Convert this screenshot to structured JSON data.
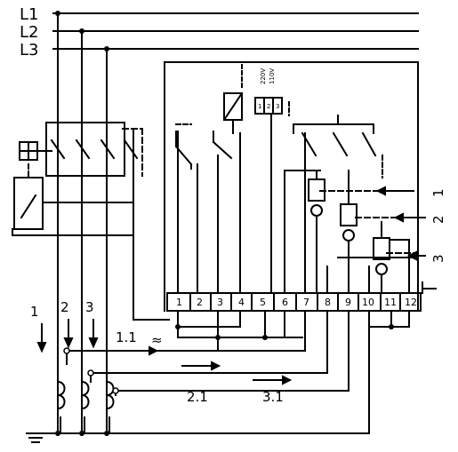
{
  "phases": [
    "L1",
    "L2",
    "L3"
  ],
  "terminals": [
    "1",
    "2",
    "3",
    "4",
    "5",
    "6",
    "7",
    "8",
    "9",
    "10",
    "11",
    "12"
  ],
  "voltage_top": "220V",
  "voltage_bottom": "110V",
  "coil_terminals": [
    "1",
    "2",
    "3"
  ],
  "right_inputs": [
    "1",
    "2",
    "3"
  ],
  "current_transformer_labels": [
    "1",
    "2",
    "3"
  ],
  "flow_labels": [
    "1.1",
    "2.1",
    "3.1"
  ],
  "approx_symbol": "≈",
  "colors": {
    "line": "#000000",
    "background": "#ffffff"
  }
}
